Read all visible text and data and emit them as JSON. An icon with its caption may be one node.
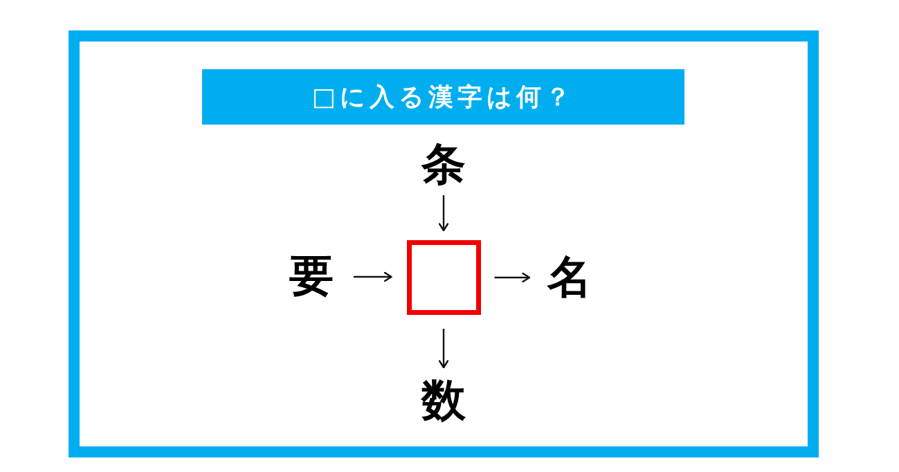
{
  "diagram": {
    "title": "□に入る漢字は何？",
    "nodes": [
      {
        "text": [
          "条"
        ]
      },
      {
        "text": [
          "要"
        ]
      },
      {
        "text": [],
        "shape": "box"
      },
      {
        "text": [
          "名"
        ]
      },
      {
        "text": [
          "数"
        ]
      }
    ],
    "edges": [
      {
        "from": 0,
        "to": 2,
        "arrow": "to"
      },
      {
        "from": 1,
        "to": 2,
        "arrow": "to"
      },
      {
        "from": 2,
        "to": 3,
        "arrow": "to"
      },
      {
        "from": 2,
        "to": 4,
        "arrow": "to"
      }
    ]
  }
}
